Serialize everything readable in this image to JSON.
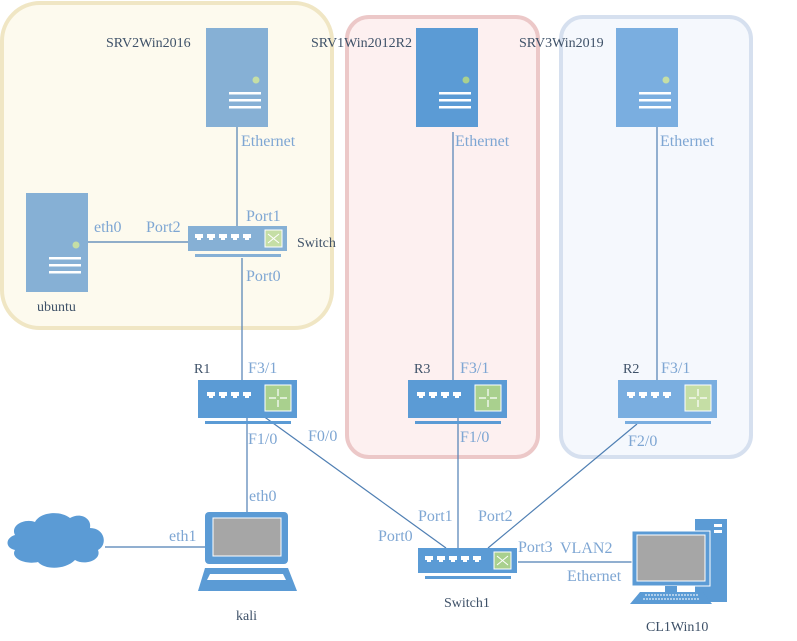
{
  "colors": {
    "zone_yellow_fill": "#fdfaee",
    "zone_yellow_border": "#f0e6c4",
    "zone_red_fill": "#fdf0f0",
    "zone_red_border": "#ecc8c8",
    "zone_blue_fill": "#f5f8fd",
    "zone_blue_border": "#d6e0ef",
    "device_blue": "#5b9bd5",
    "device_light_blue": "#86b0d5",
    "device_mid_blue": "#7aaee0",
    "accent_green": "#a9d08e",
    "label_color": "#7ea6d3",
    "name_color": "#3e5168"
  },
  "zones": [
    {
      "id": "zone-yellow"
    },
    {
      "id": "zone-red"
    },
    {
      "id": "zone-blue"
    }
  ],
  "devices": {
    "srv2": {
      "name": "SRV2Win2016",
      "type": "server"
    },
    "srv1": {
      "name": "SRV1Win2012R2",
      "type": "server"
    },
    "srv3": {
      "name": "SRV3Win2019",
      "type": "server"
    },
    "ubuntu": {
      "name": "ubuntu",
      "type": "server"
    },
    "switch": {
      "name": "Switch",
      "type": "switch"
    },
    "r1": {
      "name": "R1",
      "type": "router"
    },
    "r3": {
      "name": "R3",
      "type": "router"
    },
    "r2": {
      "name": "R2",
      "type": "router"
    },
    "cloud": {
      "name": "",
      "type": "cloud"
    },
    "kali": {
      "name": "kali",
      "type": "laptop"
    },
    "switch1": {
      "name": "Switch1",
      "type": "switch"
    },
    "cl1": {
      "name": "CL1Win10",
      "type": "workstation"
    }
  },
  "links": {
    "srv2_eth": "Ethernet",
    "switch_port1": "Port1",
    "ubuntu_eth0": "eth0",
    "switch_port2": "Port2",
    "switch_port0": "Port0",
    "r1_f31": "F3/1",
    "r1_f10": "F1/0",
    "r1_f00": "F0/0",
    "kali_eth0": "eth0",
    "kali_eth1": "eth1",
    "srv1_eth": "Ethernet",
    "r3_f31": "F3/1",
    "r3_f10": "F1/0",
    "srv3_eth": "Ethernet",
    "r2_f31": "F3/1",
    "r2_f20": "F2/0",
    "switch1_port0": "Port0",
    "switch1_port1": "Port1",
    "switch1_port2": "Port2",
    "switch1_port3": "Port3",
    "vlan": "VLAN2",
    "cl1_eth": "Ethernet"
  }
}
